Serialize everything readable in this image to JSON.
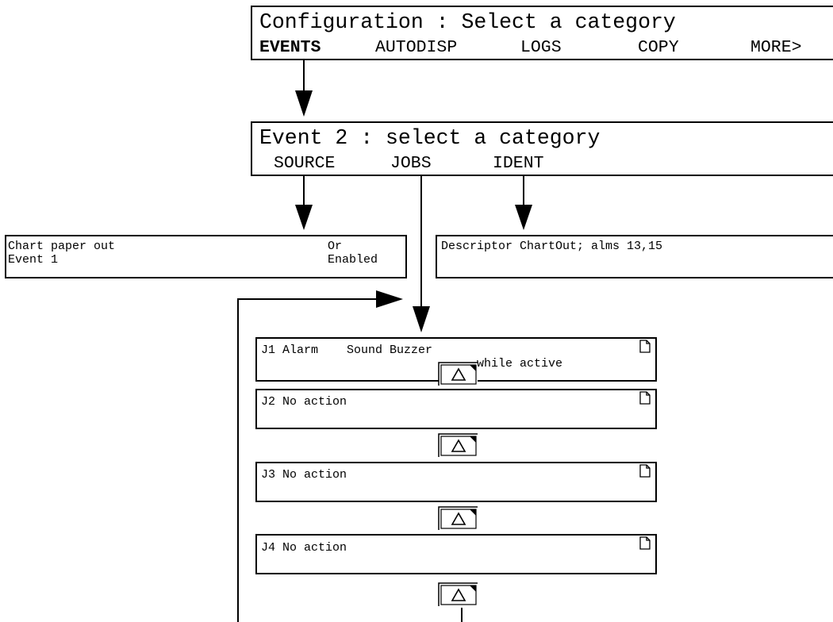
{
  "config_screen": {
    "title": "Configuration : Select a category",
    "tabs": [
      "EVENTS",
      "AUTODISP",
      "LOGS",
      "COPY",
      "MORE>"
    ]
  },
  "event_screen": {
    "title": "Event 2 : select a category",
    "tabs": [
      "SOURCE",
      "JOBS",
      "IDENT"
    ]
  },
  "source_panel": {
    "line1_left": "Chart paper out",
    "line1_right": "Or",
    "line2_left": "Event 1",
    "line2_right": "Enabled"
  },
  "ident_panel": {
    "text": "Descriptor ChartOut; alms 13,15"
  },
  "jobs": [
    {
      "label": "J1 Alarm    Sound Buzzer",
      "detail": "while active"
    },
    {
      "label": "J2 No action",
      "detail": ""
    },
    {
      "label": "J3 No action",
      "detail": ""
    },
    {
      "label": "J4 No action",
      "detail": ""
    }
  ],
  "up_button_symbol": "Δ",
  "icons": {
    "job_icon": "document-icon",
    "up_button": "up-arrow-key-icon"
  }
}
